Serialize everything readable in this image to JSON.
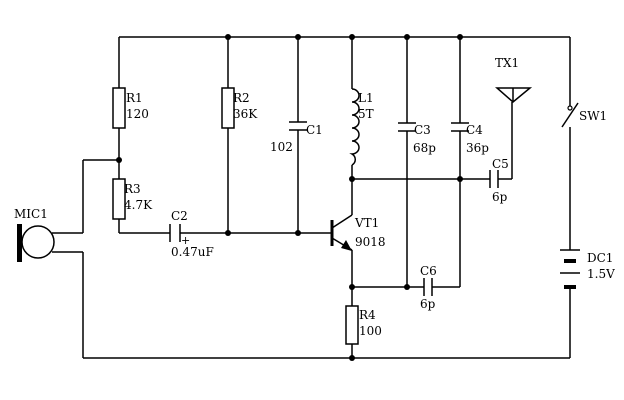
{
  "components": {
    "r1": {
      "ref": "R1",
      "value": "120"
    },
    "r2": {
      "ref": "R2",
      "value": "36K"
    },
    "r3": {
      "ref": "R3",
      "value": "4.7K"
    },
    "r4": {
      "ref": "R4",
      "value": "100"
    },
    "c1": {
      "ref": "C1",
      "value": "102"
    },
    "c2": {
      "ref": "C2",
      "value": "0.47uF",
      "polarity": "+"
    },
    "c3": {
      "ref": "C3",
      "value": "68p"
    },
    "c4": {
      "ref": "C4",
      "value": "36p"
    },
    "c5": {
      "ref": "C5",
      "value": "6p"
    },
    "c6": {
      "ref": "C6",
      "value": "6p"
    },
    "l1": {
      "ref": "L1",
      "value": "5T"
    },
    "vt1": {
      "ref": "VT1",
      "value": "9018"
    },
    "mic1": {
      "ref": "MIC1"
    },
    "tx1": {
      "ref": "TX1"
    },
    "sw1": {
      "ref": "SW1"
    },
    "dc1": {
      "ref": "DC1",
      "value": "1.5V"
    }
  }
}
